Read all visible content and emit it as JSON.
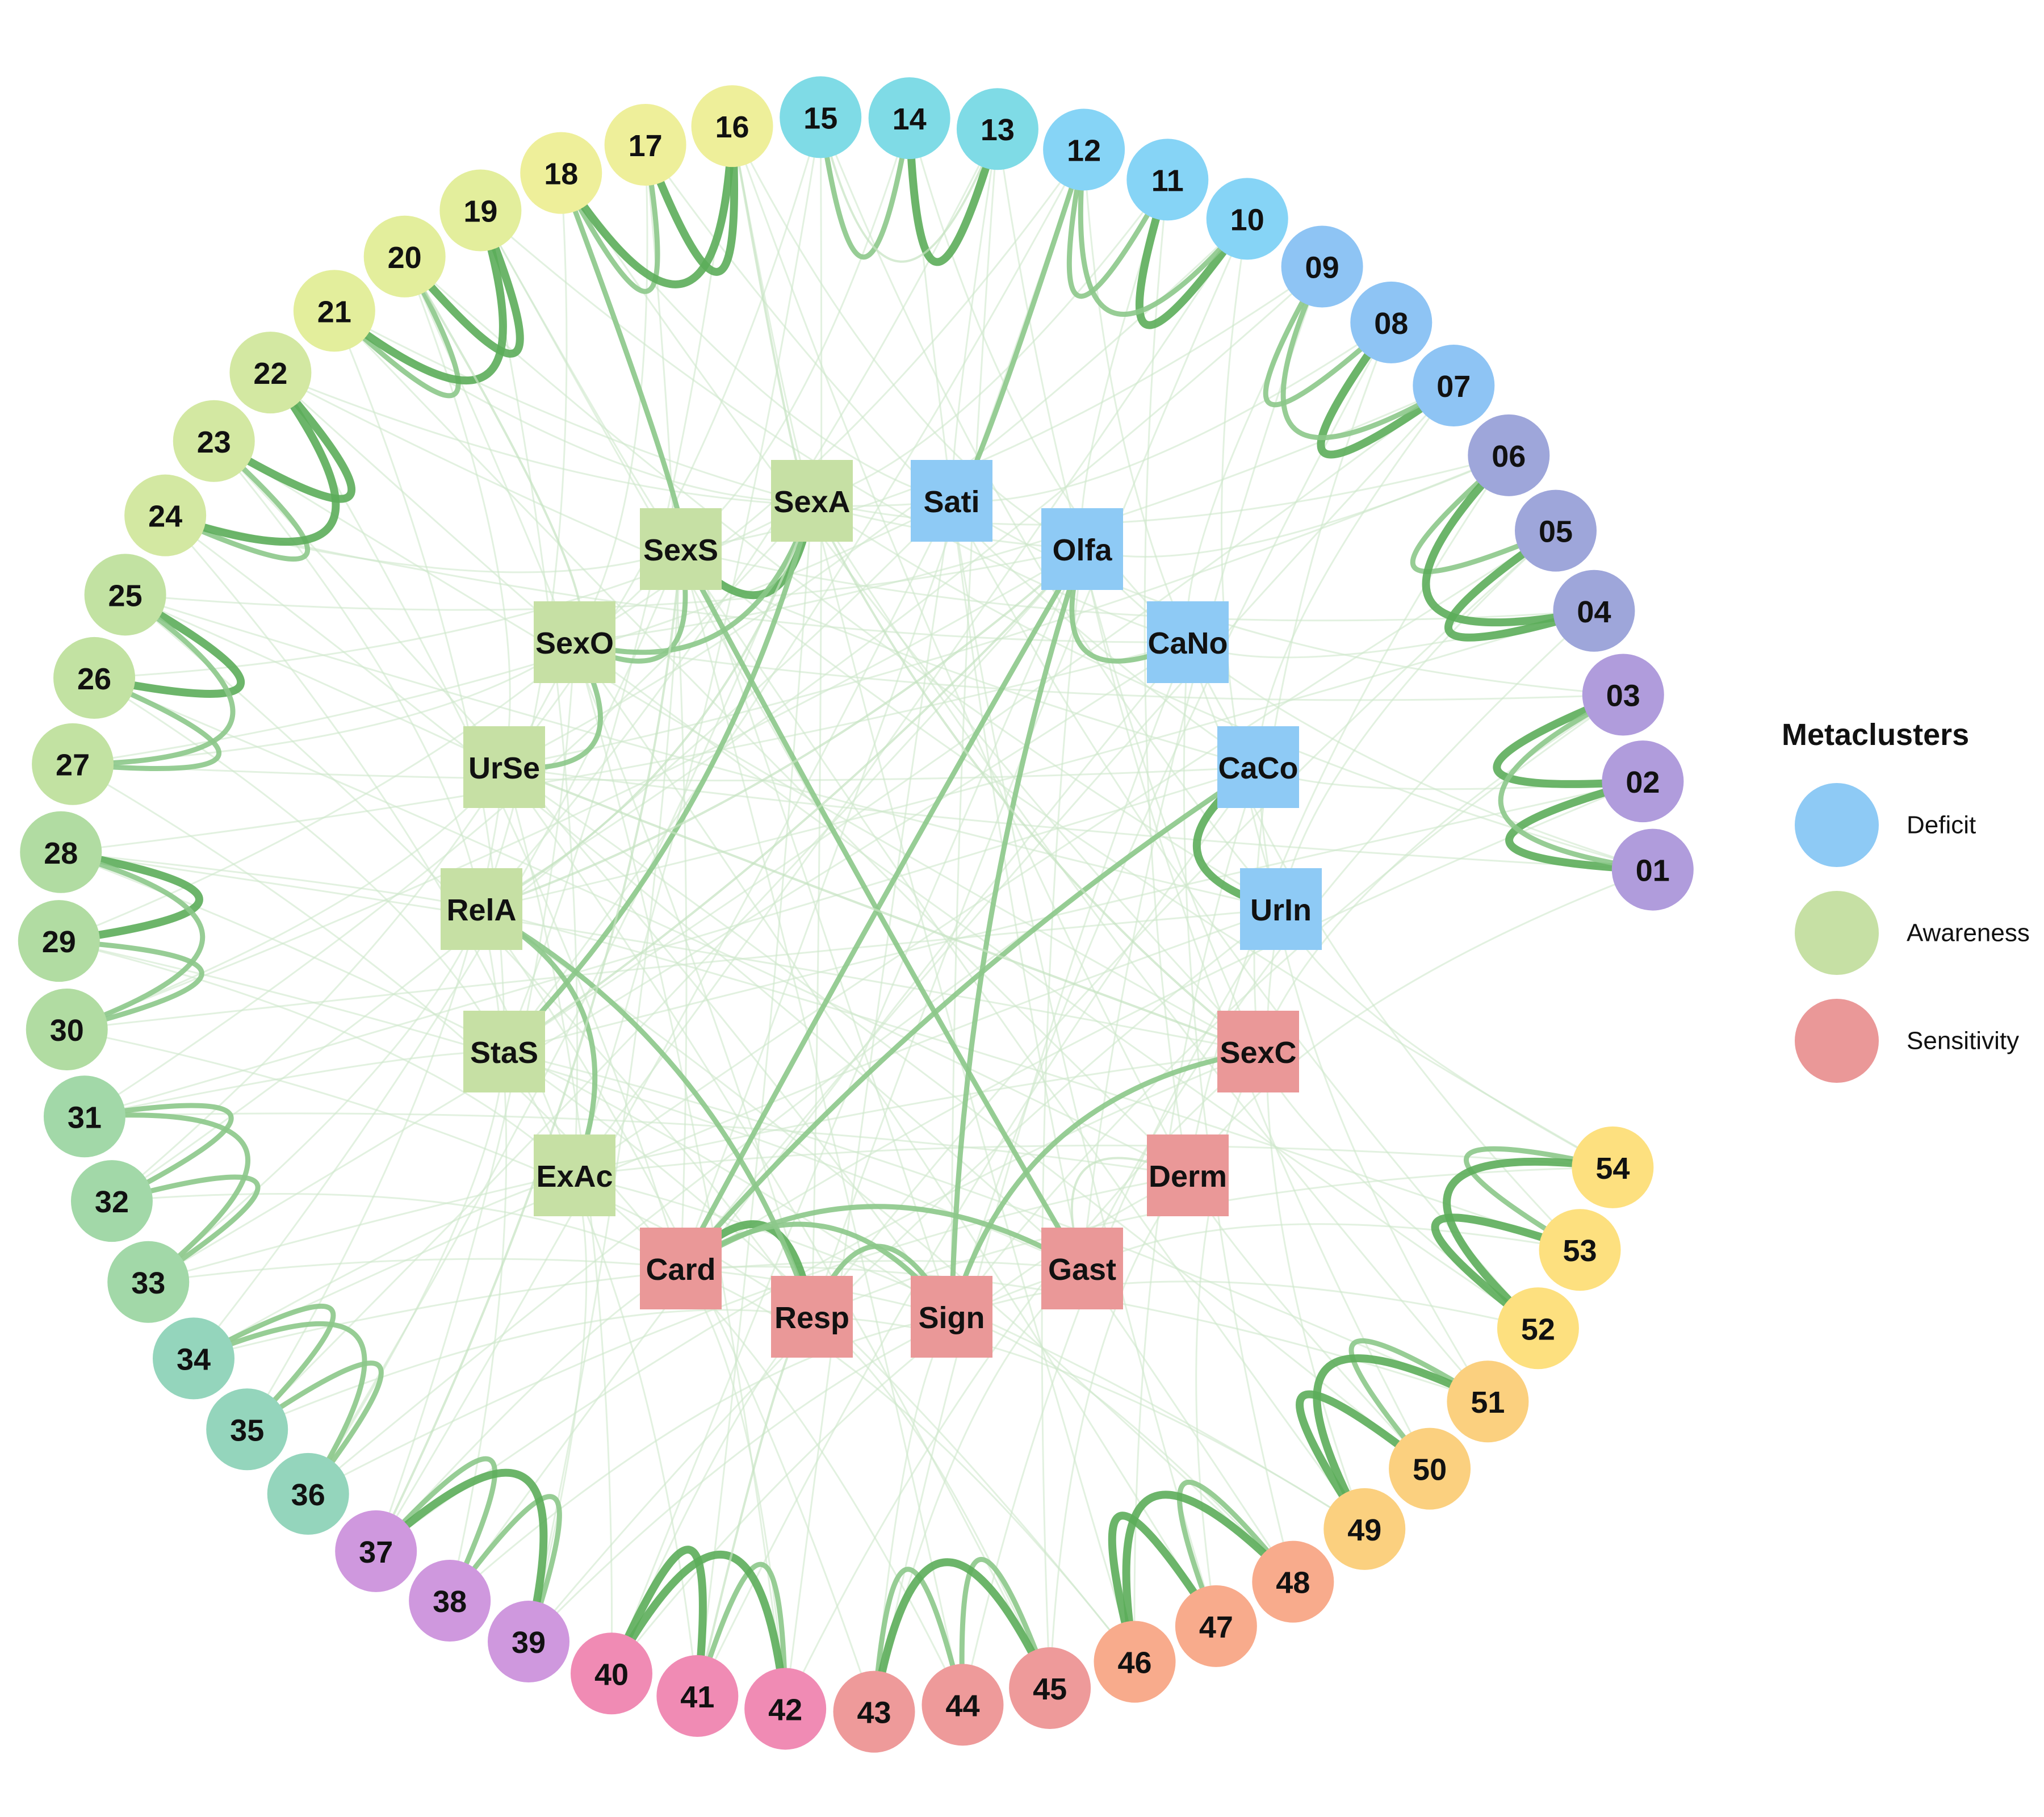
{
  "legend": {
    "title": "Metaclusters",
    "items": [
      {
        "label": "Deficit",
        "color": "#8ecaf5"
      },
      {
        "label": "Awareness",
        "color": "#c6e0a4"
      },
      {
        "label": "Sensitivity",
        "color": "#ea9898"
      }
    ]
  },
  "outer_nodes": [
    {
      "label": "01",
      "color": "#b09cdc"
    },
    {
      "label": "02",
      "color": "#b09cdc"
    },
    {
      "label": "03",
      "color": "#b09cdc"
    },
    {
      "label": "04",
      "color": "#9ea6da"
    },
    {
      "label": "05",
      "color": "#9ea6da"
    },
    {
      "label": "06",
      "color": "#9ea6da"
    },
    {
      "label": "07",
      "color": "#8ec4f4"
    },
    {
      "label": "08",
      "color": "#8ec4f4"
    },
    {
      "label": "09",
      "color": "#8ec4f4"
    },
    {
      "label": "10",
      "color": "#86d4f6"
    },
    {
      "label": "11",
      "color": "#86d4f6"
    },
    {
      "label": "12",
      "color": "#86d4f6"
    },
    {
      "label": "13",
      "color": "#7fdbe6"
    },
    {
      "label": "14",
      "color": "#7fdbe6"
    },
    {
      "label": "15",
      "color": "#7fdbe6"
    },
    {
      "label": "16",
      "color": "#eeef9a"
    },
    {
      "label": "17",
      "color": "#eeef9a"
    },
    {
      "label": "18",
      "color": "#eeef9a"
    },
    {
      "label": "19",
      "color": "#e3ee9c"
    },
    {
      "label": "20",
      "color": "#e3ee9c"
    },
    {
      "label": "21",
      "color": "#e3ee9c"
    },
    {
      "label": "22",
      "color": "#d3e8a2"
    },
    {
      "label": "23",
      "color": "#d3e8a2"
    },
    {
      "label": "24",
      "color": "#d3e8a2"
    },
    {
      "label": "25",
      "color": "#c2e2a2"
    },
    {
      "label": "26",
      "color": "#c2e2a2"
    },
    {
      "label": "27",
      "color": "#c2e2a2"
    },
    {
      "label": "28",
      "color": "#b1dca2"
    },
    {
      "label": "29",
      "color": "#b1dca2"
    },
    {
      "label": "30",
      "color": "#b1dca2"
    },
    {
      "label": "31",
      "color": "#a2d8a8"
    },
    {
      "label": "32",
      "color": "#a2d8a8"
    },
    {
      "label": "33",
      "color": "#a2d8a8"
    },
    {
      "label": "34",
      "color": "#94d5bc"
    },
    {
      "label": "35",
      "color": "#94d5bc"
    },
    {
      "label": "36",
      "color": "#94d5bc"
    },
    {
      "label": "37",
      "color": "#cf98de"
    },
    {
      "label": "38",
      "color": "#cf98de"
    },
    {
      "label": "39",
      "color": "#cf98de"
    },
    {
      "label": "40",
      "color": "#f08bb4"
    },
    {
      "label": "41",
      "color": "#f08bb4"
    },
    {
      "label": "42",
      "color": "#f08bb4"
    },
    {
      "label": "43",
      "color": "#ee9a9a"
    },
    {
      "label": "44",
      "color": "#ee9a9a"
    },
    {
      "label": "45",
      "color": "#ee9a9a"
    },
    {
      "label": "46",
      "color": "#f8ab8c"
    },
    {
      "label": "47",
      "color": "#f8ab8c"
    },
    {
      "label": "48",
      "color": "#f8ab8c"
    },
    {
      "label": "49",
      "color": "#fbd07f"
    },
    {
      "label": "50",
      "color": "#fbd07f"
    },
    {
      "label": "51",
      "color": "#fbd07f"
    },
    {
      "label": "52",
      "color": "#fde07f"
    },
    {
      "label": "53",
      "color": "#fde07f"
    },
    {
      "label": "54",
      "color": "#fde07f"
    }
  ],
  "inner_nodes": [
    {
      "label": "SexA",
      "group": "Awareness"
    },
    {
      "label": "SexS",
      "group": "Awareness"
    },
    {
      "label": "SexO",
      "group": "Awareness"
    },
    {
      "label": "UrSe",
      "group": "Awareness"
    },
    {
      "label": "RelA",
      "group": "Awareness"
    },
    {
      "label": "StaS",
      "group": "Awareness"
    },
    {
      "label": "ExAc",
      "group": "Awareness"
    },
    {
      "label": "Sati",
      "group": "Deficit"
    },
    {
      "label": "Olfa",
      "group": "Deficit"
    },
    {
      "label": "CaNo",
      "group": "Deficit"
    },
    {
      "label": "CaCo",
      "group": "Deficit"
    },
    {
      "label": "UrIn",
      "group": "Deficit"
    },
    {
      "label": "SexC",
      "group": "Sensitivity"
    },
    {
      "label": "Derm",
      "group": "Sensitivity"
    },
    {
      "label": "Gast",
      "group": "Sensitivity"
    },
    {
      "label": "Card",
      "group": "Sensitivity"
    },
    {
      "label": "Resp",
      "group": "Sensitivity"
    },
    {
      "label": "Sign",
      "group": "Sensitivity"
    }
  ],
  "edges": [
    [
      "01",
      "02",
      3
    ],
    [
      "02",
      "03",
      3
    ],
    [
      "01",
      "03",
      2
    ],
    [
      "04",
      "05",
      3
    ],
    [
      "05",
      "06",
      2
    ],
    [
      "04",
      "06",
      3
    ],
    [
      "07",
      "08",
      3
    ],
    [
      "08",
      "09",
      2
    ],
    [
      "07",
      "09",
      2
    ],
    [
      "10",
      "11",
      3
    ],
    [
      "11",
      "12",
      2
    ],
    [
      "10",
      "12",
      2
    ],
    [
      "13",
      "14",
      3
    ],
    [
      "14",
      "15",
      2
    ],
    [
      "13",
      "15",
      1
    ],
    [
      "16",
      "17",
      3
    ],
    [
      "17",
      "18",
      2
    ],
    [
      "16",
      "18",
      3
    ],
    [
      "19",
      "20",
      3
    ],
    [
      "20",
      "21",
      2
    ],
    [
      "19",
      "21",
      3
    ],
    [
      "22",
      "23",
      3
    ],
    [
      "23",
      "24",
      2
    ],
    [
      "22",
      "24",
      3
    ],
    [
      "25",
      "26",
      3
    ],
    [
      "26",
      "27",
      2
    ],
    [
      "25",
      "27",
      2
    ],
    [
      "28",
      "29",
      3
    ],
    [
      "29",
      "30",
      2
    ],
    [
      "28",
      "30",
      2
    ],
    [
      "31",
      "32",
      2
    ],
    [
      "32",
      "33",
      2
    ],
    [
      "31",
      "33",
      2
    ],
    [
      "34",
      "35",
      2
    ],
    [
      "35",
      "36",
      2
    ],
    [
      "34",
      "36",
      2
    ],
    [
      "37",
      "38",
      2
    ],
    [
      "38",
      "39",
      2
    ],
    [
      "37",
      "39",
      3
    ],
    [
      "40",
      "41",
      3
    ],
    [
      "41",
      "42",
      2
    ],
    [
      "40",
      "42",
      3
    ],
    [
      "43",
      "44",
      2
    ],
    [
      "44",
      "45",
      2
    ],
    [
      "43",
      "45",
      3
    ],
    [
      "46",
      "47",
      3
    ],
    [
      "47",
      "48",
      2
    ],
    [
      "46",
      "48",
      3
    ],
    [
      "49",
      "50",
      3
    ],
    [
      "50",
      "51",
      2
    ],
    [
      "49",
      "51",
      3
    ],
    [
      "52",
      "53",
      3
    ],
    [
      "53",
      "54",
      2
    ],
    [
      "52",
      "54",
      3
    ],
    [
      "SexS",
      "SexA",
      3
    ],
    [
      "SexO",
      "SexA",
      2
    ],
    [
      "SexO",
      "SexS",
      2
    ],
    [
      "SexO",
      "UrSe",
      2
    ],
    [
      "Olfa",
      "CaNo",
      2
    ],
    [
      "CaCo",
      "UrIn",
      3
    ],
    [
      "Card",
      "Resp",
      3
    ],
    [
      "Card",
      "Sign",
      2
    ],
    [
      "Card",
      "Gast",
      2
    ],
    [
      "Resp",
      "Sign",
      2
    ],
    [
      "Sign",
      "SexC",
      2
    ],
    [
      "Derm",
      "Gast",
      1
    ],
    [
      "RelA",
      "ExAc",
      2
    ],
    [
      "SexA",
      "StaS",
      2
    ],
    [
      "SexA",
      "RelA",
      1
    ],
    [
      "Sati",
      "12",
      2
    ],
    [
      "Olfa",
      "Card",
      2
    ],
    [
      "Olfa",
      "Sign",
      2
    ],
    [
      "CaCo",
      "Card",
      2
    ],
    [
      "SexS",
      "Gast",
      2
    ],
    [
      "SexA",
      "SexC",
      1
    ],
    [
      "UrSe",
      "SexC",
      1
    ],
    [
      "RelA",
      "Resp",
      2
    ],
    [
      "Olfa",
      "RelA",
      1
    ],
    [
      "StaS",
      "Olfa",
      1
    ],
    [
      "18",
      "SexS",
      2
    ],
    [
      "16",
      "SexA",
      1
    ],
    [
      "20",
      "SexO",
      1
    ],
    [
      "37",
      "SexS",
      1
    ],
    [
      "Resp",
      "41",
      1
    ]
  ]
}
